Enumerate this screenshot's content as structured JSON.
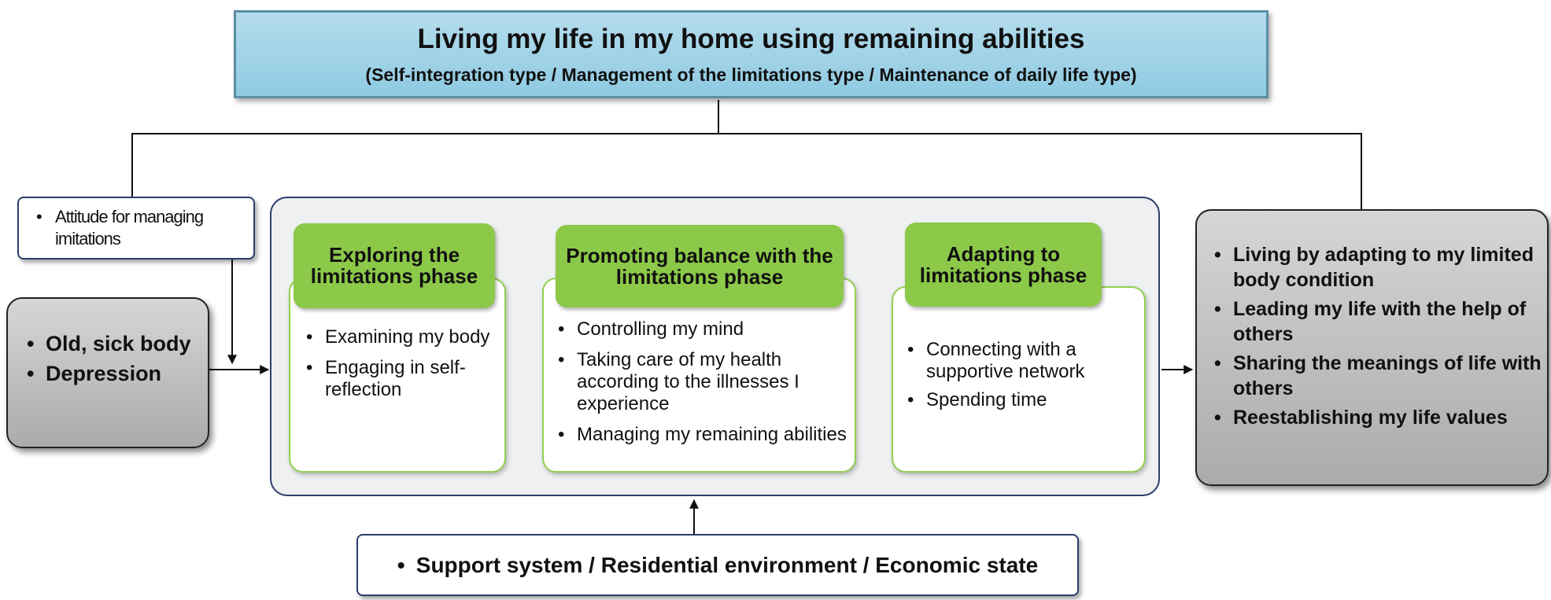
{
  "title": {
    "main": "Living my life in my home using remaining abilities",
    "subtitle": "(Self-integration type / Management of the limitations type / Maintenance of daily life type)"
  },
  "attitude": {
    "items": [
      "Attitude for managing imitations"
    ]
  },
  "antecedents": {
    "items": [
      "Old, sick body",
      "Depression"
    ]
  },
  "phases": [
    {
      "title": "Exploring the limitations phase",
      "items": [
        "Examining my body",
        "Engaging in self-reflection"
      ]
    },
    {
      "title": "Promoting balance with the limitations phase",
      "items": [
        "Controlling my mind",
        "Taking care of my health according to the illnesses I experience",
        "Managing my remaining abilities"
      ]
    },
    {
      "title": "Adapting to limitations phase",
      "items": [
        "Connecting with a supportive network",
        "Spending time"
      ]
    }
  ],
  "outcomes": {
    "items": [
      "Living by adapting to my limited body condition",
      "Leading my life with the help of others",
      "Sharing the meanings of life with others",
      "Reestablishing my life values"
    ]
  },
  "context": {
    "items": [
      "Support system / Residential environment / Economic state"
    ]
  },
  "colors": {
    "title_fill": "#9fd3e8",
    "phase_header": "#8cc949",
    "phase_border": "#92cf50",
    "side_box": "#c0c0c0",
    "center_fill": "#eef0f1"
  }
}
